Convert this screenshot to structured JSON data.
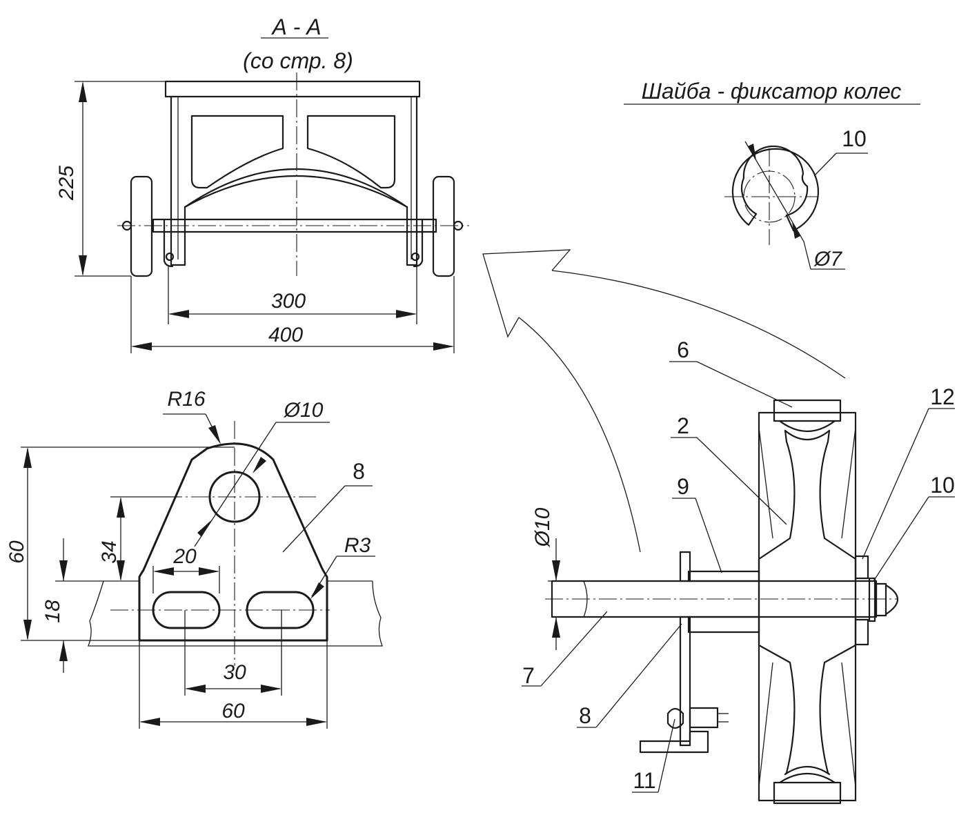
{
  "section": {
    "title": "А - А",
    "subtitle": "(со стр. 8)"
  },
  "washer": {
    "title": "Шайба - фиксатор колес",
    "part_label": "10",
    "diameter": "Ø7"
  },
  "top_view": {
    "height": "225",
    "width_inner": "300",
    "width_outer": "400"
  },
  "bracket": {
    "r_top": "R16",
    "hole_diameter": "Ø10",
    "part_label": "8",
    "r_slot": "R3",
    "height_total": "60",
    "height_hole": "34",
    "height_base": "18",
    "slot_length": "20",
    "slot_spacing": "30",
    "width_base": "60"
  },
  "wheel_assembly": {
    "labels": {
      "tire": "6",
      "hub": "2",
      "bushing": "9",
      "retainer": "12",
      "washer": "10",
      "axle": "7",
      "bracket": "8",
      "bolt": "11"
    },
    "axle_diameter": "Ø10"
  }
}
